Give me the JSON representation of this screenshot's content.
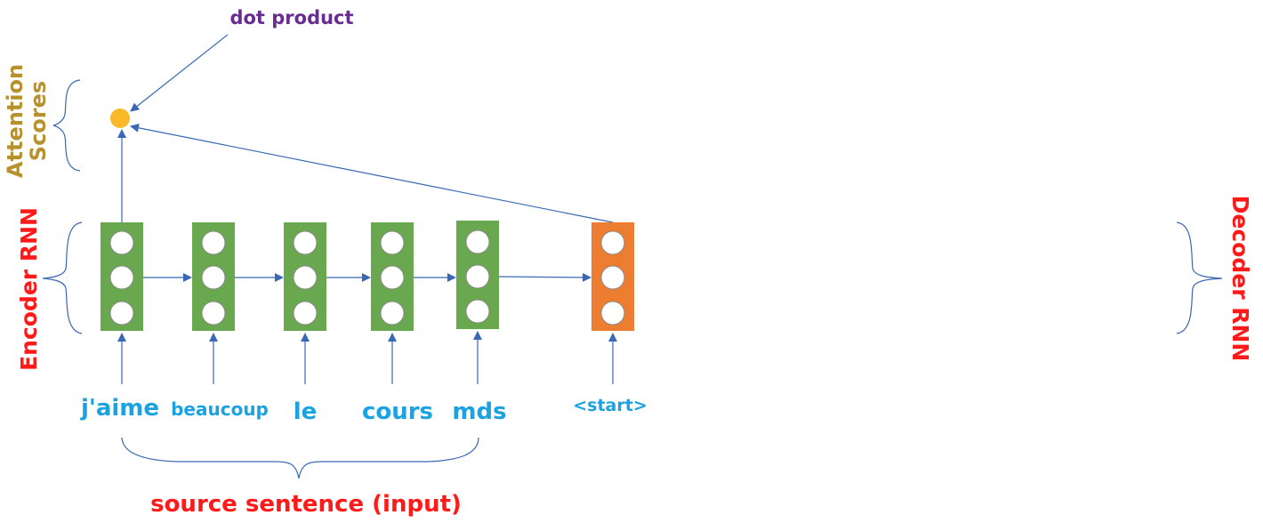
{
  "labels": {
    "dot_product": "dot product",
    "attention_scores_line1": "Attention",
    "attention_scores_line2": "Scores",
    "encoder_rnn": "Encoder RNN",
    "decoder_rnn": "Decoder RNN",
    "source_sentence": "source sentence (input)"
  },
  "words": [
    "j'aime",
    "beaucoup",
    "le",
    "cours",
    "mds"
  ],
  "decoder_input": "<start>",
  "colors": {
    "encoder_cell": "#6aa84f",
    "decoder_cell": "#ed7d31",
    "score_dot": "#fbb829",
    "arrow": "#3a68b5",
    "word_text": "#1aa3e0",
    "red_label": "#ff1a1a",
    "attention_label": "#b8912f",
    "dot_product_label": "#6a2c91",
    "brace": "#3a68b5"
  }
}
